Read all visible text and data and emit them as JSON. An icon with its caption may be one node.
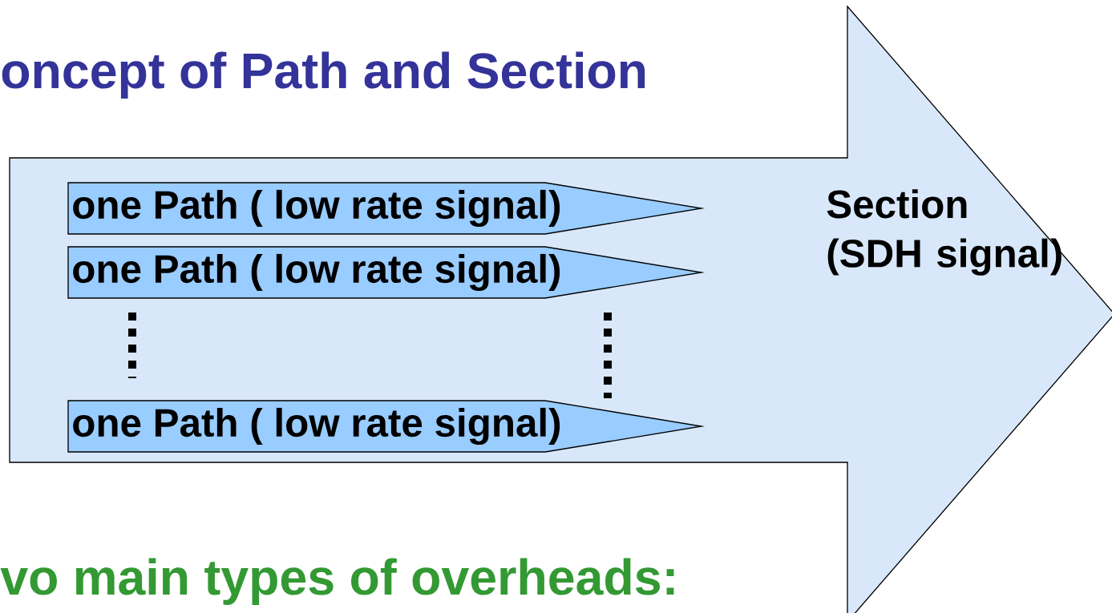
{
  "diagram": {
    "title": "oncept of Path and Section",
    "nodes": [
      {
        "text": [
          "Section (SDH signal)"
        ]
      },
      {
        "text": [
          "one Path ( low rate signal)"
        ],
        "in": 0
      },
      {
        "text": [
          "one Path ( low rate signal)"
        ],
        "in": 0
      },
      {
        "text": [
          "one Path ( low rate signal)"
        ],
        "in": 0
      }
    ],
    "labels": [
      "vo main types of overheads:"
    ]
  }
}
